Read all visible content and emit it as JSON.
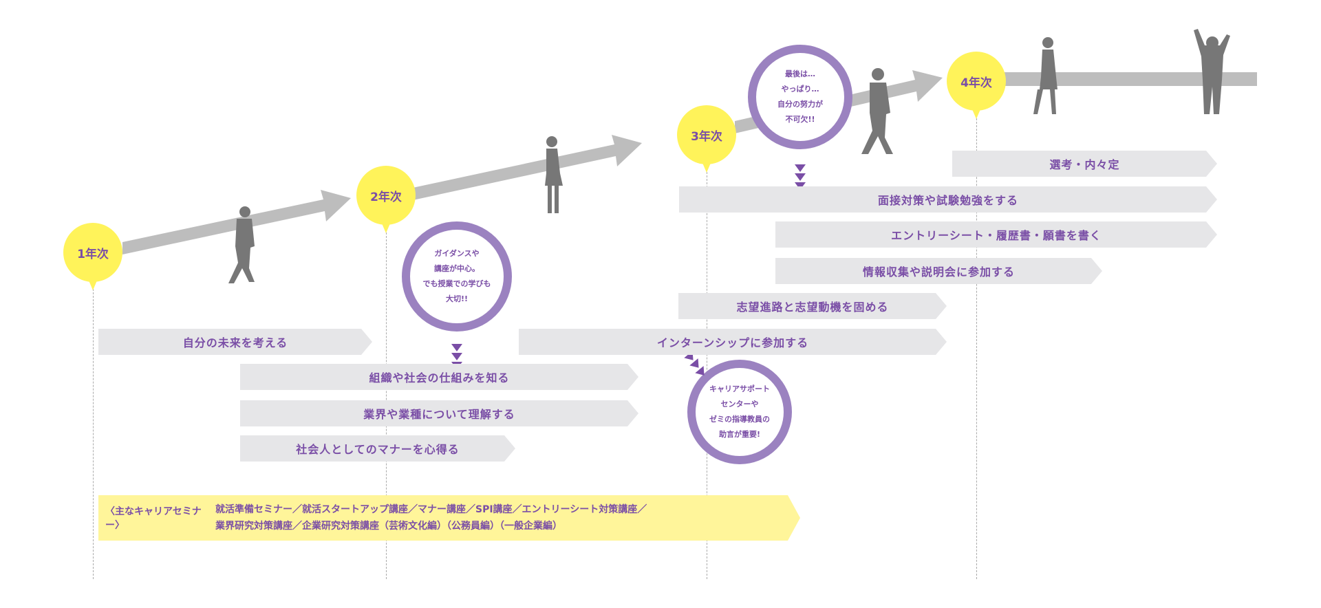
{
  "years": [
    "1年次",
    "2年次",
    "3年次",
    "4年次"
  ],
  "bubbles": [
    {
      "lines": [
        "ガイダンスや",
        "講座が中心。",
        "でも授業での学びも",
        "大切!!"
      ]
    },
    {
      "lines": [
        "キャリアサポート",
        "センターや",
        "ゼミの指導教員の",
        "助言が重要!"
      ]
    },
    {
      "lines": [
        "最後は…",
        "やっぱり…",
        "自分の努力が",
        "不可欠!!"
      ]
    }
  ],
  "bars": [
    "選考・内々定",
    "面接対策や試験勉強をする",
    "エントリーシート・履歴書・願書を書く",
    "情報収集や説明会に参加する",
    "志望進路と志望動機を固める",
    "自分の未来を考える",
    "インターンシップに参加する",
    "組織や社会の仕組みを知る",
    "業界や業種について理解する",
    "社会人としてのマナーを心得る"
  ],
  "seminar": {
    "label": "〈主なキャリアセミナー〉",
    "line1": "就活準備セミナー／就活スタートアップ講座／マナー講座／SPI講座／エントリーシート対策講座／",
    "line2": "業界研究対策講座／企業研究対策講座（芸術文化編）（公務員編）（一般企業編）"
  },
  "colors": {
    "yellow": "#fff35a",
    "purple": "#7a4ea6",
    "ring": "#9b82c0",
    "bar": "#e6e6e8",
    "arrow": "#bdbdbd"
  }
}
